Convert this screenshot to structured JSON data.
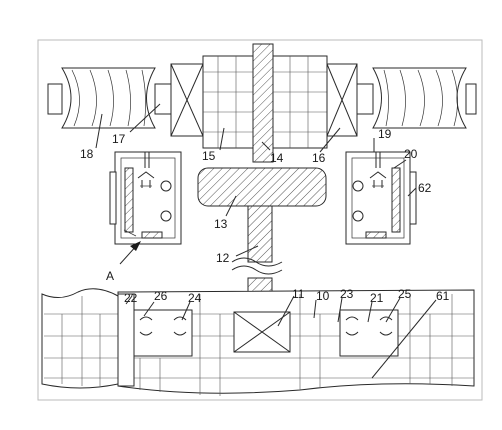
{
  "figure": {
    "labels": {
      "l18": "18",
      "l17": "17",
      "l15": "15",
      "l14": "14",
      "l16": "16",
      "l19": "19",
      "l20": "20",
      "l62": "62",
      "l13": "13",
      "l12": "12",
      "lA": "A",
      "l22": "22",
      "l26": "26",
      "l24": "24",
      "l11": "11",
      "l10": "10",
      "l23": "23",
      "l21": "21",
      "l25": "25",
      "l61": "61"
    },
    "colors": {
      "line": "#2a2a2a",
      "background": "#ffffff",
      "frame": "#bbbbbb"
    }
  }
}
